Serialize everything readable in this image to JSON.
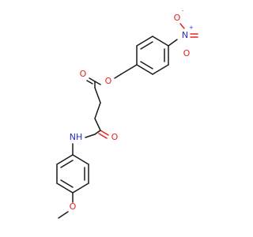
{
  "molecule": {
    "atom_labels": {
      "ester_o_single": "O",
      "ester_o_double": "O",
      "amide_o": "O",
      "amide_nh": "NH",
      "methoxy_o": "O",
      "nitro_n": "N",
      "nitro_n_charge": "+",
      "nitro_o_top": "O",
      "nitro_o_top_charge": "-",
      "nitro_o_bottom": "O"
    },
    "colors": {
      "carbon_bond": "#1a1a1a",
      "oxygen": "#e8231e",
      "nitrogen": "#2b2bd9"
    }
  }
}
